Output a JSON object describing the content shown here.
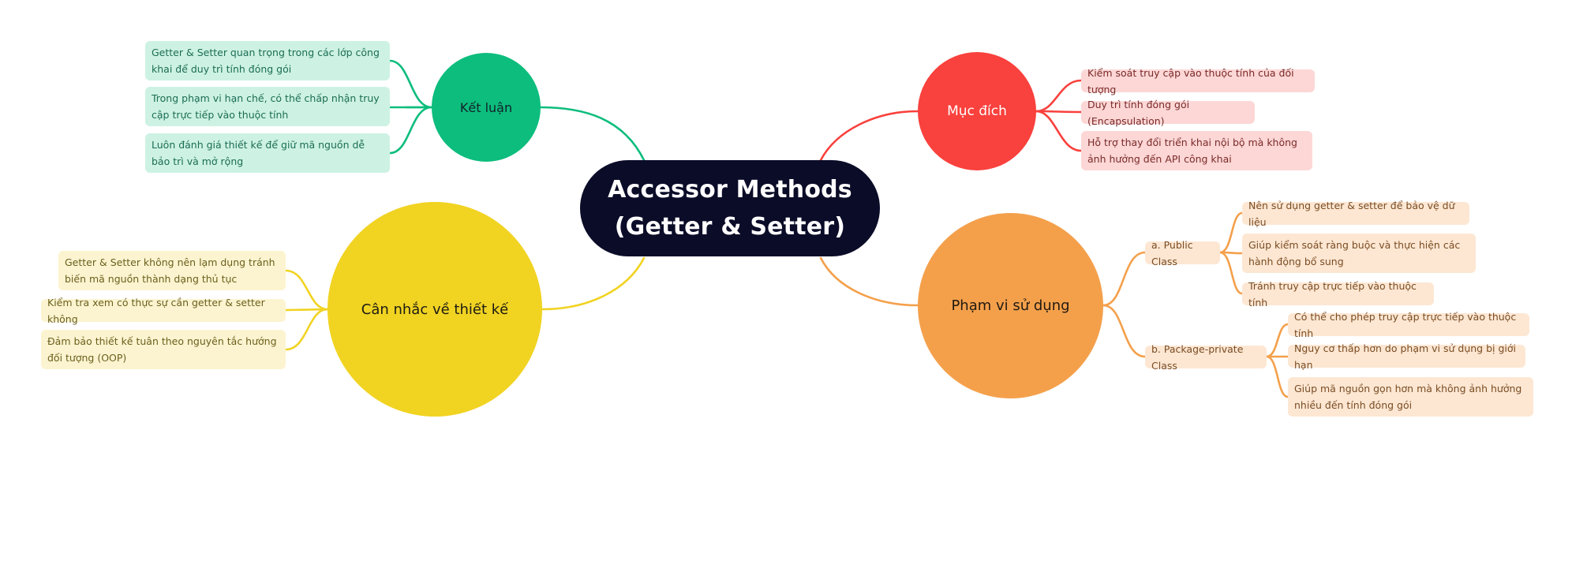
{
  "root": {
    "title": "Accessor Methods\n(Getter & Setter)"
  },
  "colors": {
    "root": "#0b0c28",
    "ket_luan": "#0dbd7d",
    "muc_dich": "#f9413d",
    "can_nhac": "#f1d322",
    "pham_vi": "#f4a04b"
  },
  "branches": {
    "ket_luan": {
      "label": "Kết luận",
      "items": [
        "Getter & Setter quan trọng trong các lớp công khai để duy trì tính đóng gói",
        "Trong phạm vi hạn chế, có thể chấp nhận truy cập trực tiếp vào thuộc tính",
        "Luôn đánh giá thiết kế để giữ mã nguồn dễ bảo trì và mở rộng"
      ]
    },
    "muc_dich": {
      "label": "Mục đích",
      "items": [
        "Kiểm soát truy cập vào thuộc tính của đối tượng",
        "Duy trì tính đóng gói (Encapsulation)",
        "Hỗ trợ thay đổi triển khai nội bộ mà không ảnh hưởng đến API công khai"
      ]
    },
    "can_nhac": {
      "label": "Cân nhắc về thiết kế",
      "items": [
        "Getter & Setter không nên lạm dụng tránh biến mã nguồn thành dạng thủ tục",
        "Kiểm tra xem có thực sự cần getter & setter không",
        "Đảm bảo thiết kế tuân theo nguyên tắc hướng đối tượng (OOP)"
      ]
    },
    "pham_vi": {
      "label": "Phạm vi sử dụng",
      "public": {
        "label": "a. Public Class",
        "items": [
          "Nên sử dụng getter & setter để bảo vệ dữ liệu",
          "Giúp kiểm soát ràng buộc và thực hiện các hành động bổ sung",
          "Tránh truy cập trực tiếp vào thuộc tính"
        ]
      },
      "package": {
        "label": "b. Package-private Class",
        "items": [
          "Có thể cho phép truy cập trực tiếp vào thuộc tính",
          "Nguy cơ thấp hơn do phạm vi sử dụng bị giới hạn",
          "Giúp mã nguồn gọn hơn mà không ảnh hưởng nhiều đến tính đóng gói"
        ]
      }
    }
  }
}
